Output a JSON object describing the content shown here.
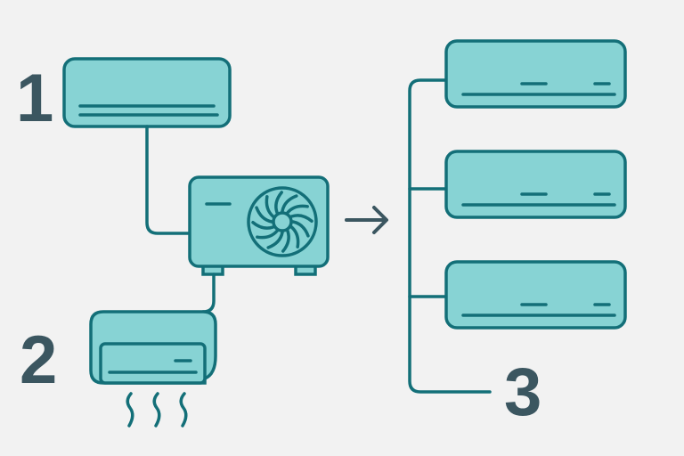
{
  "labels": {
    "one": "1",
    "two": "2",
    "three": "3"
  },
  "colors": {
    "unit_fill": "#87d3d4",
    "stroke": "#136f78",
    "number": "#3b5660",
    "background": "#f2f2f2"
  }
}
